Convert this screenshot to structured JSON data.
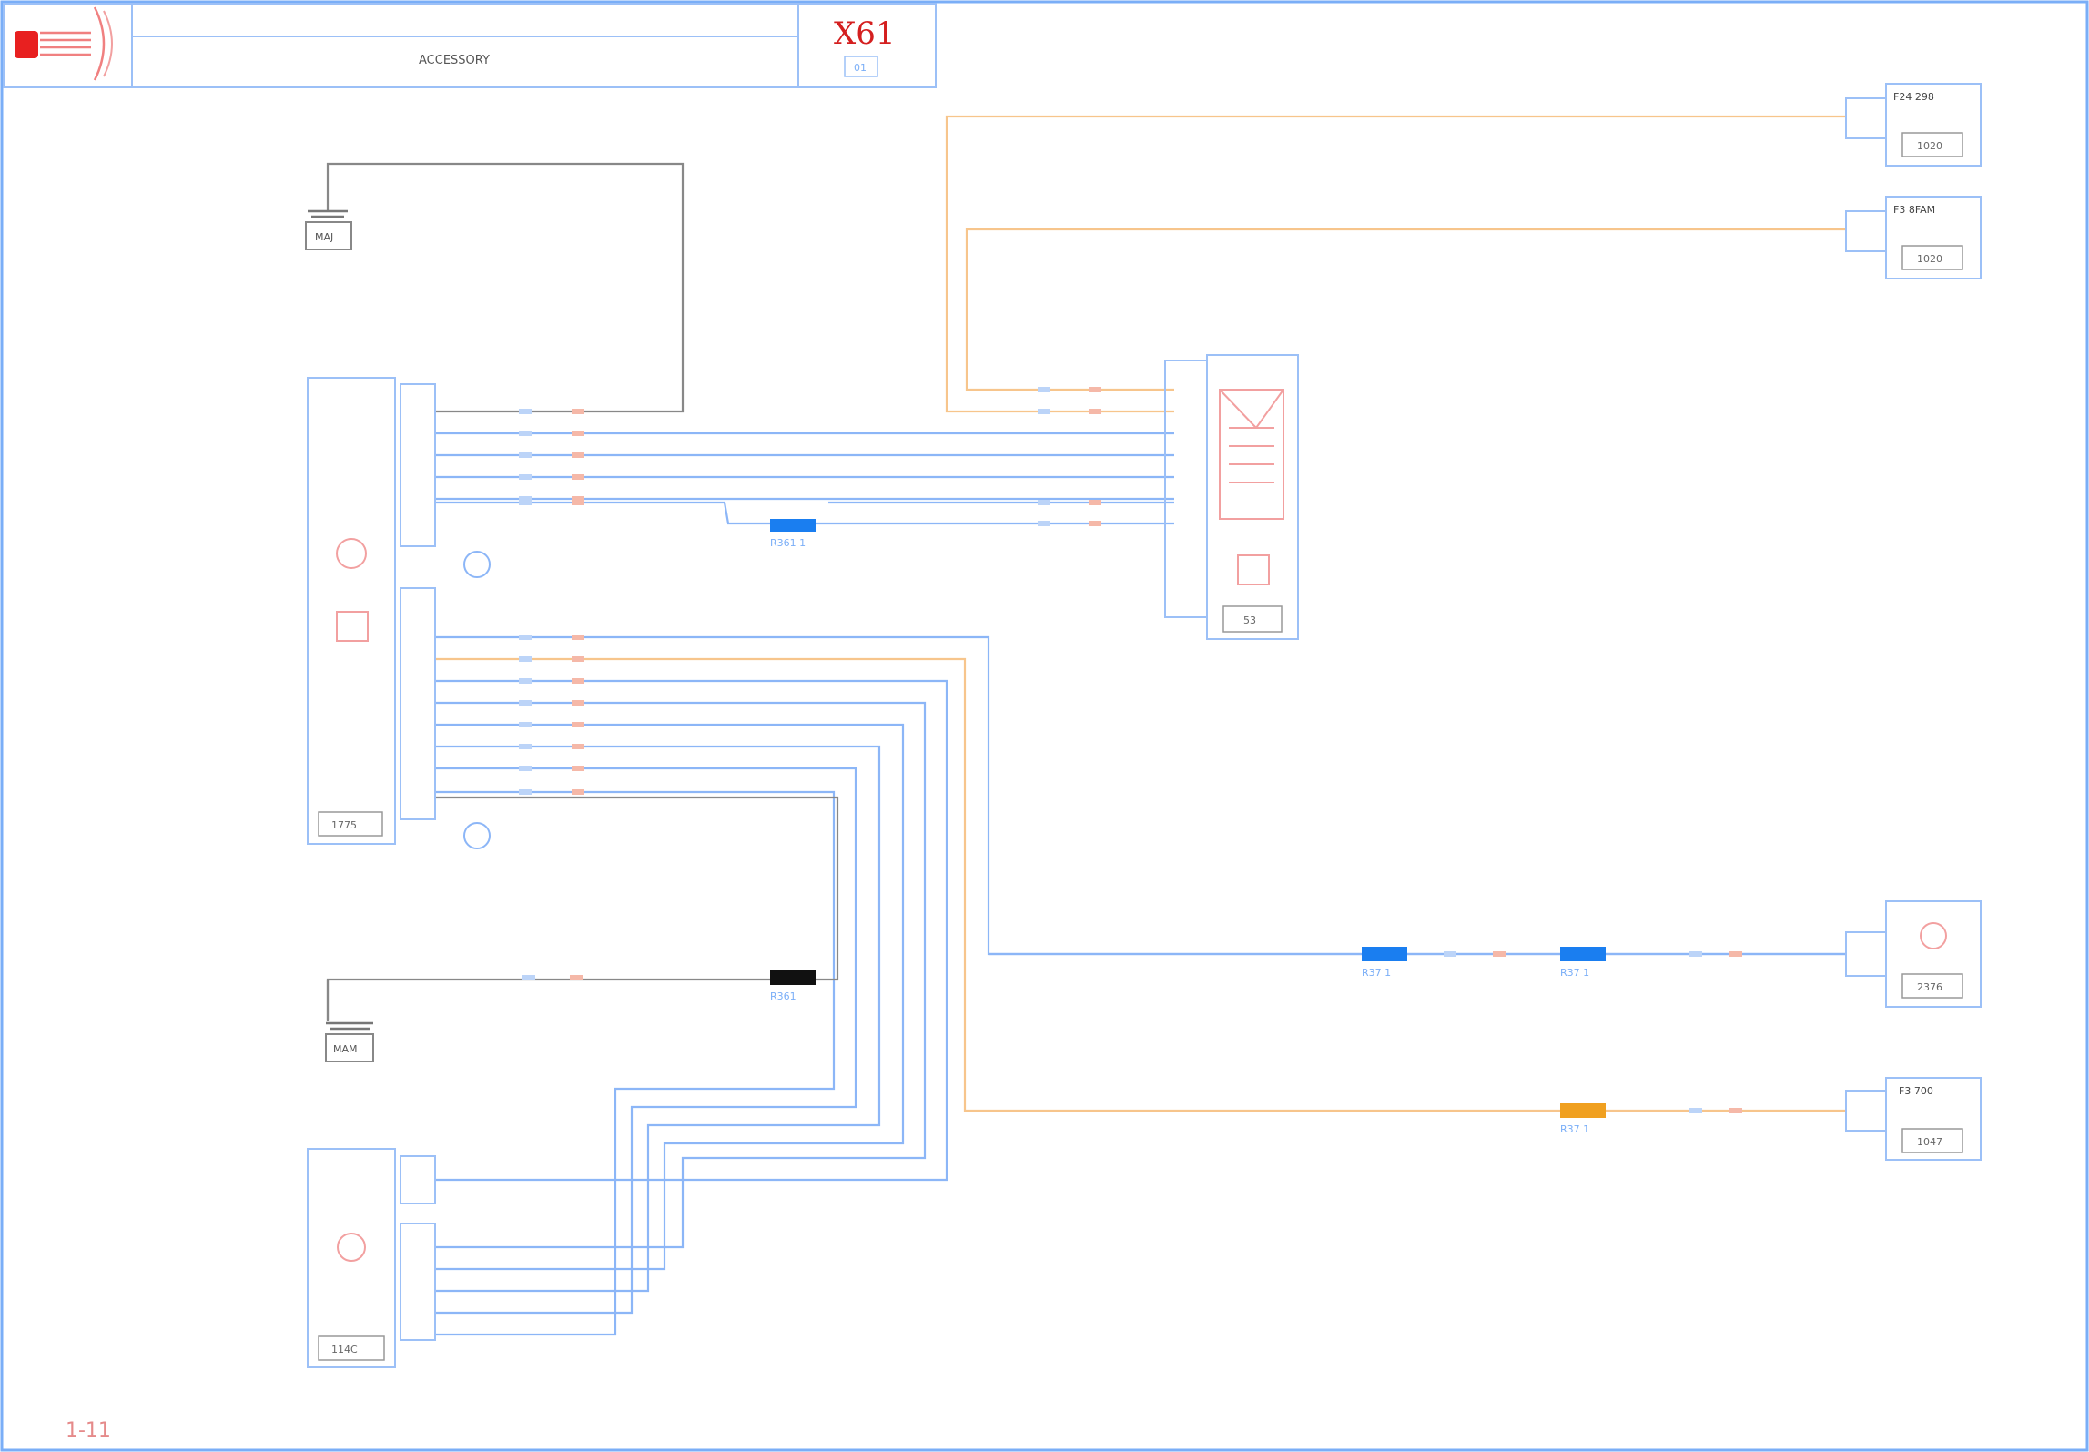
{
  "header": {
    "code": "X61",
    "subtitle": "ACCESSORY",
    "sub_code": "01"
  },
  "page_number": "1-11",
  "colors": {
    "frame": "#7aaef7",
    "wire_blue": "#8cb6f7",
    "wire_orange": "#f7c58c",
    "wire_gray": "#888888",
    "accent_red": "#d41f1f",
    "splice_blue": "#1a7ef0",
    "splice_black": "#111111",
    "splice_orange": "#f0a020"
  },
  "components": {
    "main_ecu": {
      "code": "1775"
    },
    "lower_module": {
      "code": "114C"
    },
    "center_module": {
      "code": "53"
    },
    "rc1": {
      "label": "F24 298",
      "code": "1020"
    },
    "rc2": {
      "label": "F3 8FAM",
      "code": "1020"
    },
    "rc3": {
      "code": "2376"
    },
    "rc4": {
      "label": "F3 700",
      "code": "1047"
    },
    "ground_top": {
      "code": "MAJ"
    },
    "ground_bottom": {
      "code": "MAM"
    }
  },
  "splices": [
    {
      "id": "s1",
      "label": "R361 1",
      "color": "blue"
    },
    {
      "id": "s2",
      "label": "R361",
      "color": "black"
    },
    {
      "id": "s3",
      "label": "R37 1",
      "color": "blue"
    },
    {
      "id": "s4",
      "label": "R37 1",
      "color": "blue"
    },
    {
      "id": "s5",
      "label": "R37 1",
      "color": "orange"
    }
  ]
}
